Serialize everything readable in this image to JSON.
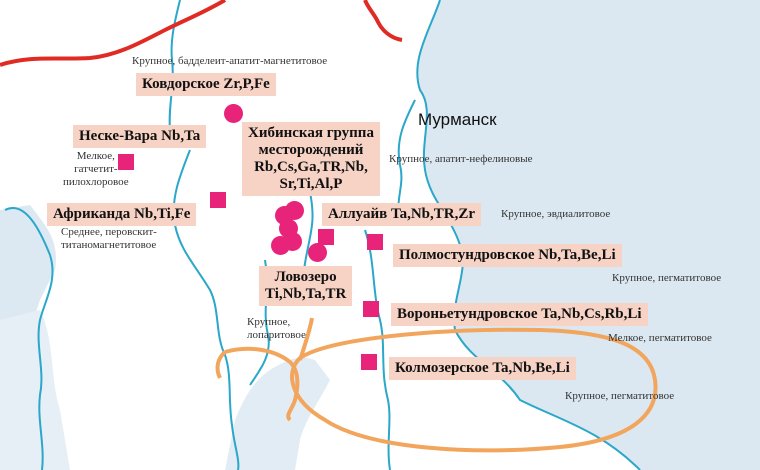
{
  "colors": {
    "water": "#dbe8f1",
    "river": "#2aa7c9",
    "border": "#e02b25",
    "deposit": "#e8237a",
    "label_bg": "#f7d3c6",
    "highlight": "#f2a55c"
  },
  "city": {
    "name": "Мурманск"
  },
  "deposits": [
    {
      "name": "Ковдорское Zr,P,Fe",
      "note": "Крупное, бадделеит-апатит-магнетитовое"
    },
    {
      "name": "Неске-Вара Nb,Ta",
      "note": "Мелкое,\nгатчетит-\nпилохлоровое"
    },
    {
      "name": "Африканда Nb,Ti,Fe",
      "note": "Среднее, перовскит-\nтитаномагнетитовое"
    },
    {
      "name": "Хибинская группа\nместорождений\nRb,Cs,Ga,TR,Nb,\nSr,Ti,Al,P",
      "note": "Крупное, апатит-нефелиновые"
    },
    {
      "name": "Аллуайв Ta,Nb,TR,Zr",
      "note": "Крупное, эвдиалитовое"
    },
    {
      "name": "Ловозеро\nTi,Nb,Ta,TR",
      "note": "Крупное,\nлопаритовое"
    },
    {
      "name": "Полмостундровское Nb,Ta,Be,Li",
      "note": "Крупное, пегматитовое"
    },
    {
      "name": "Вороньетундровское Ta,Nb,Cs,Rb,Li",
      "note": "Мелкое, пегматитовое"
    },
    {
      "name": "Колмозерское Ta,Nb,Be,Li",
      "note": "Крупное, пегматитовое"
    }
  ]
}
